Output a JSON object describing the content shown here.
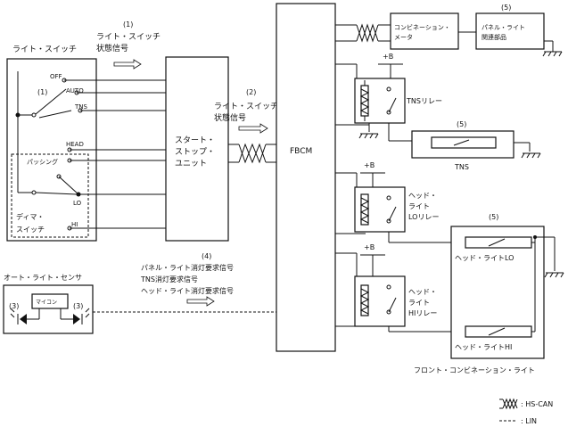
{
  "blocks": {
    "light_switch": "ライト・スイッチ",
    "start_stop_unit": [
      "スタート・",
      "ストップ・",
      "ユニット"
    ],
    "fbcm": "FBCM",
    "combination_meter": [
      "コンビネーション・",
      "メータ"
    ],
    "panel_light": [
      "パネル・ライト",
      "関連部品"
    ],
    "tns_relay": "TNSリレー",
    "tns": "TNS",
    "headlight_lo_relay": [
      "ヘッド・",
      "ライト",
      "LOリレー"
    ],
    "headlight_hi_relay": [
      "ヘッド・",
      "ライト",
      "HIリレー"
    ],
    "headlight_lo": "ヘッド・ライトLO",
    "headlight_hi": "ヘッド・ライトHI",
    "front_combination_light": "フロント・コンビネーション・ライト",
    "auto_light_sensor": "オート・ライト・センサ",
    "microcomputer": "マイコン",
    "dimmer_switch": [
      "ディマ・",
      "スイッチ"
    ]
  },
  "switch_positions": {
    "off": "OFF",
    "auto": "AUTO",
    "tns": "TNS",
    "head": "HEAD",
    "passing": "パッシング",
    "lo": "LO",
    "hi": "HI"
  },
  "signals": {
    "s1_num": "(1)",
    "s1_text": [
      "ライト・スイッチ",
      "状態信号"
    ],
    "s1_inner": "(1)",
    "s2_num": "(2)",
    "s2_text": [
      "ライト・スイッチ",
      "状態信号"
    ],
    "s3_left": "(3)",
    "s3_right": "(3)",
    "s4_num": "(4)",
    "s4_text": [
      "パネル・ライト消灯要求信号",
      "TNS消灯要求信号",
      "ヘッド・ライト消灯要求信号"
    ],
    "s5_panel": "(5)",
    "s5_tns": "(5)",
    "s5_front": "(5)"
  },
  "power": {
    "b1": "+B",
    "b2": "+B",
    "b3": "+B"
  },
  "legend": {
    "hs_can": ": HS-CAN",
    "lin": ": LIN"
  }
}
